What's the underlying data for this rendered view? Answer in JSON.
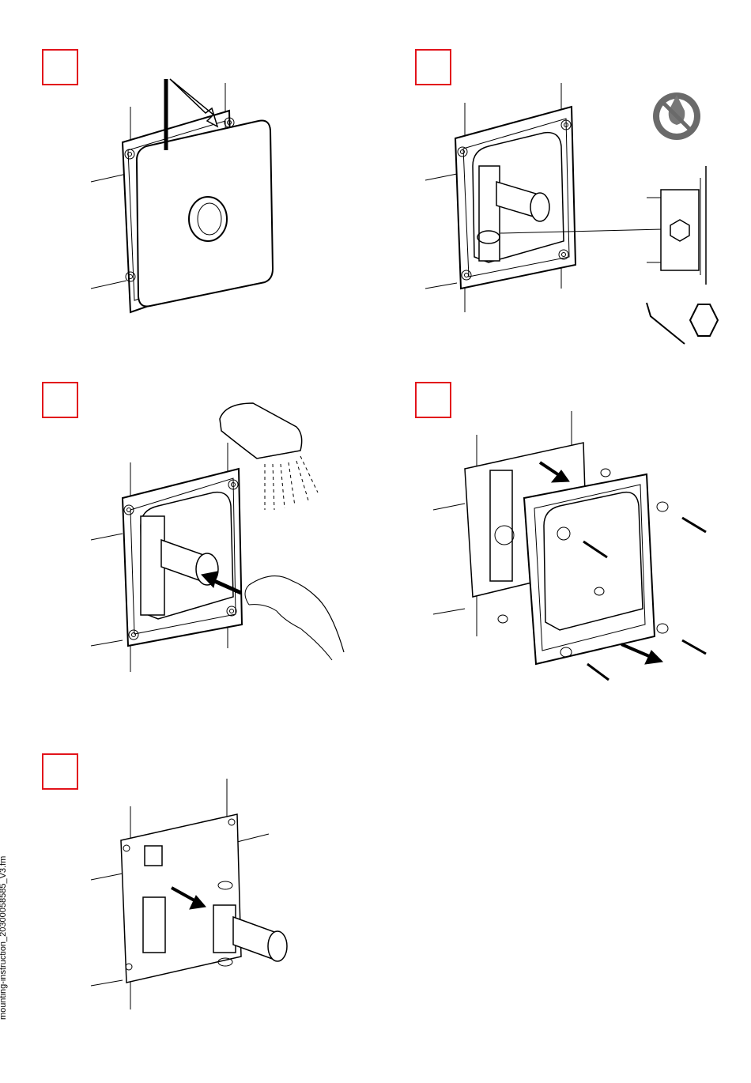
{
  "document": {
    "file_label": "mounting-instruction_20300058585_V3.fm"
  },
  "steps": [
    {
      "id": 1,
      "label": ""
    },
    {
      "id": 2,
      "label": ""
    },
    {
      "id": 3,
      "label": ""
    },
    {
      "id": 4,
      "label": ""
    },
    {
      "id": 5,
      "label": ""
    }
  ],
  "colors": {
    "step_box_border": "#e2131b",
    "line": "#000000",
    "prohibition": "#555555"
  },
  "icons": {
    "no_grease": "no-grease-prohibition-icon",
    "hex_key": "hex-key-icon",
    "hexagon": "hexagon-icon"
  }
}
